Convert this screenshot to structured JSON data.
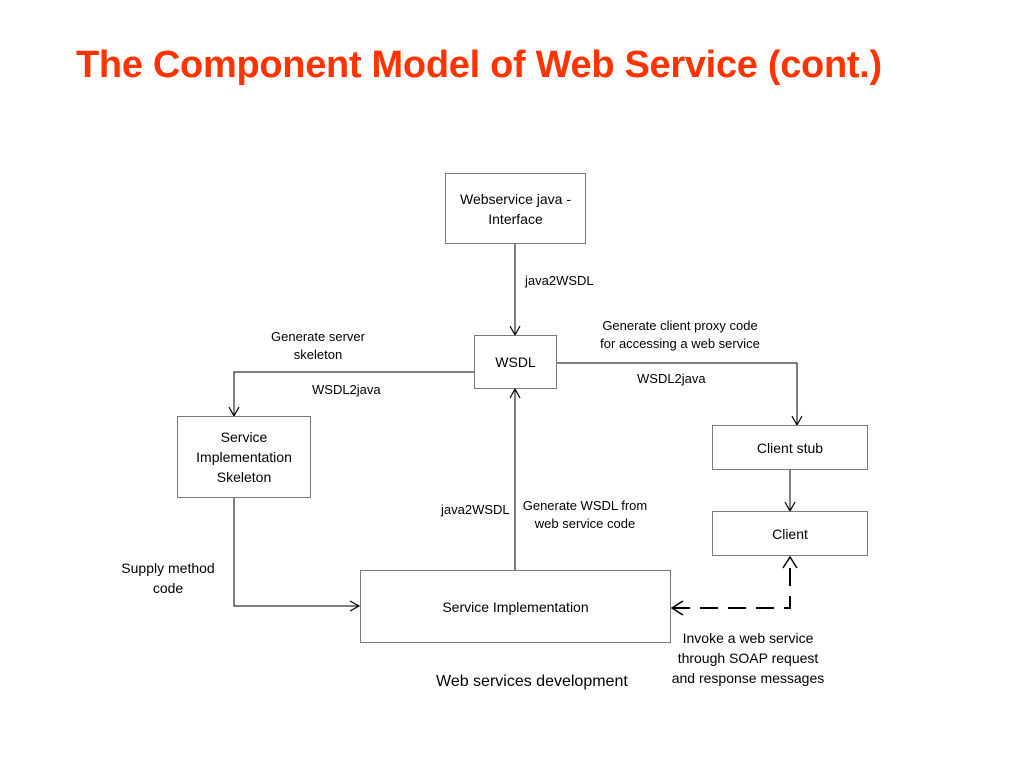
{
  "slide": {
    "title": "The Component Model of Web Service (cont.)",
    "caption": "Web services development"
  },
  "nodes": {
    "interface": {
      "line1": "Webservice java -",
      "line2": "Interface"
    },
    "wsdl": "WSDL",
    "skeleton": {
      "line1": "Service",
      "line2": "Implementation",
      "line3": "Skeleton"
    },
    "client_stub": "Client stub",
    "client": "Client",
    "service_impl": "Service Implementation"
  },
  "edge_labels": {
    "java2wsdl_top": "java2WSDL",
    "gen_server_1": "Generate server",
    "gen_server_2": "skeleton",
    "wsdl2java_left": "WSDL2java",
    "gen_client_1": "Generate client proxy code",
    "gen_client_2": "for accessing a web service",
    "wsdl2java_right": "WSDL2java",
    "java2wsdl_bottom": "java2WSDL",
    "gen_wsdl_1": "Generate WSDL from",
    "gen_wsdl_2": "web service code",
    "supply_1": "Supply method",
    "supply_2": "code",
    "invoke_1": "Invoke a web service",
    "invoke_2": "through SOAP request",
    "invoke_3": "and response messages"
  },
  "colors": {
    "title": "#ff3300",
    "box_border": "#7a7a7a",
    "line": "#000000"
  }
}
